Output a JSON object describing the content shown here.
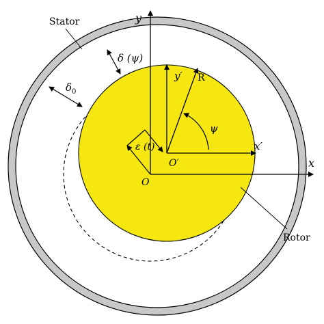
{
  "labels": {
    "stator": "Stator",
    "rotor": "Rotor",
    "y": "y",
    "x": "x",
    "y_prime": "y′",
    "x_prime": "x′",
    "o": "O",
    "o_prime": "O′",
    "r": "R",
    "psi": "ψ",
    "delta_psi": "δ (ψ)",
    "delta_zero_base": "δ",
    "delta_zero_sub": "0",
    "eccentricity": "ε (t)"
  },
  "colors": {
    "rotor_fill": "#f5e70f",
    "stator_ring": "#c8c8c8",
    "stroke": "#000000"
  }
}
